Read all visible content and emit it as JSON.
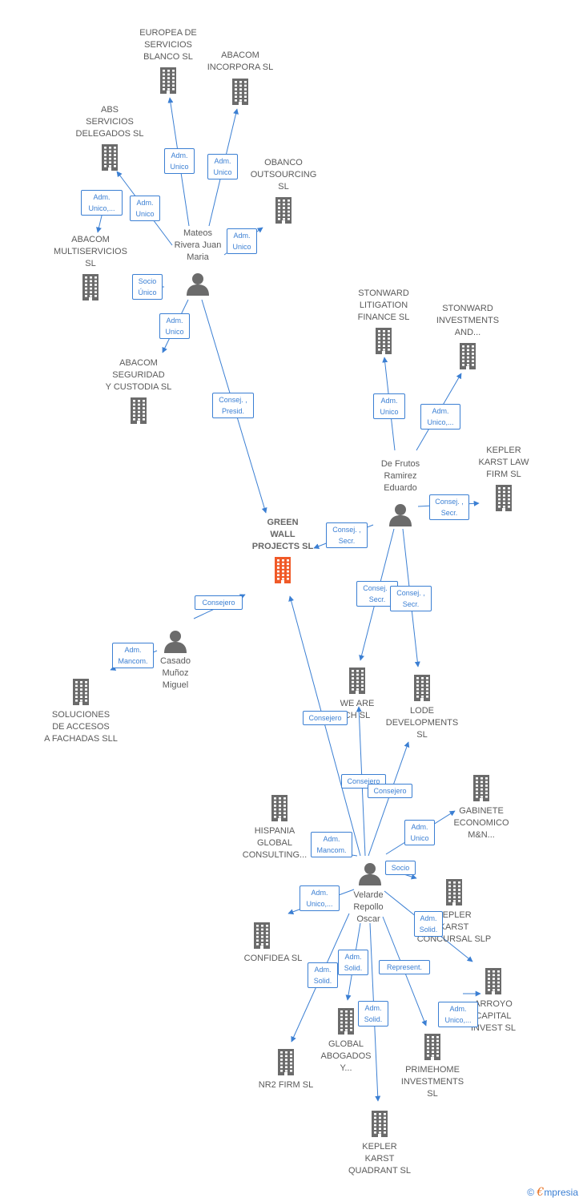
{
  "colors": {
    "company": "#6b6b6b",
    "main_company": "#f05a28",
    "person": "#6b6b6b",
    "edge": "#3b7fd3"
  },
  "nodes": [
    {
      "id": "europea",
      "kind": "company",
      "label": "EUROPEA DE\nSERVICIOS\nBLANCO  SL"
    },
    {
      "id": "abacom_inc",
      "kind": "company",
      "label": "ABACOM\nINCORPORA  SL"
    },
    {
      "id": "abs",
      "kind": "company",
      "label": "ABS\nSERVICIOS\nDELEGADOS  SL"
    },
    {
      "id": "obanco",
      "kind": "company",
      "label": "OBANCO\nOUTSOURCING\nSL"
    },
    {
      "id": "abacom_multi",
      "kind": "company",
      "label": "ABACOM\nMULTISERVICIOS\nSL"
    },
    {
      "id": "mateos",
      "kind": "person",
      "label": "Mateos\nRivera Juan\nMaria"
    },
    {
      "id": "abacom_seg",
      "kind": "company",
      "label": "ABACOM\nSEGURIDAD\nY CUSTODIA  SL"
    },
    {
      "id": "stonward_lit",
      "kind": "company",
      "label": "STONWARD\nLITIGATION\nFINANCE  SL"
    },
    {
      "id": "stonward_inv",
      "kind": "company",
      "label": "STONWARD\nINVESTMENTS\nAND..."
    },
    {
      "id": "kepler_law",
      "kind": "company",
      "label": "KEPLER\nKARST LAW\nFIRM  SL"
    },
    {
      "id": "defrutos",
      "kind": "person",
      "label": "De Frutos\nRamirez\nEduardo"
    },
    {
      "id": "greenwall",
      "kind": "main",
      "label": "GREEN\nWALL\nPROJECTS  SL"
    },
    {
      "id": "casado",
      "kind": "person",
      "label": "Casado\nMuñoz\nMiguel"
    },
    {
      "id": "soluciones",
      "kind": "company",
      "label": "SOLUCIONES\nDE ACCESOS\nA FACHADAS SLL"
    },
    {
      "id": "weare",
      "kind": "company",
      "label": "WE ARE\nCH  SL"
    },
    {
      "id": "lode",
      "kind": "company",
      "label": "LODE\nDEVELOPMENTS\nSL"
    },
    {
      "id": "gabinete",
      "kind": "company",
      "label": "GABINETE\nECONOMICO\nM&N..."
    },
    {
      "id": "hispania",
      "kind": "company",
      "label": "HISPANIA\nGLOBAL\nCONSULTING..."
    },
    {
      "id": "velarde",
      "kind": "person",
      "label": "Velarde\nRepollo\nOscar"
    },
    {
      "id": "kepler_conc",
      "kind": "company",
      "label": "KEPLER\nKARST\nCONCURSAL  SLP"
    },
    {
      "id": "confidea",
      "kind": "company",
      "label": "CONFIDEA  SL"
    },
    {
      "id": "arroyo",
      "kind": "company",
      "label": "ARROYO\nCAPITAL\nINVEST  SL"
    },
    {
      "id": "global_abog",
      "kind": "company",
      "label": "GLOBAL\nABOGADOS\nY..."
    },
    {
      "id": "primehome",
      "kind": "company",
      "label": "PRIMEHOME\nINVESTMENTS\nSL"
    },
    {
      "id": "nr2",
      "kind": "company",
      "label": "NR2 FIRM  SL"
    },
    {
      "id": "kepler_quad",
      "kind": "company",
      "label": "KEPLER\nKARST\nQUADRANT  SL"
    }
  ],
  "edges": [
    {
      "from": "mateos",
      "to": "europea",
      "label": "Adm.\nUnico"
    },
    {
      "from": "mateos",
      "to": "abacom_inc",
      "label": "Adm.\nUnico"
    },
    {
      "from": "mateos",
      "to": "abs",
      "label": "Adm.\nUnico"
    },
    {
      "from": "mateos",
      "to": "abacom_multi",
      "label": "Adm.\nUnico,..."
    },
    {
      "from": "mateos",
      "to": "obanco",
      "label": "Adm.\nUnico"
    },
    {
      "from": "mateos",
      "to": "abacom_multi",
      "label": "Socio\nÚnico"
    },
    {
      "from": "mateos",
      "to": "abacom_seg",
      "label": "Adm.\nUnico"
    },
    {
      "from": "mateos",
      "to": "greenwall",
      "label": "Consej. ,\nPresid."
    },
    {
      "from": "defrutos",
      "to": "stonward_lit",
      "label": "Adm.\nUnico"
    },
    {
      "from": "defrutos",
      "to": "stonward_inv",
      "label": "Adm.\nUnico,..."
    },
    {
      "from": "defrutos",
      "to": "kepler_law",
      "label": "Consej. ,\nSecr."
    },
    {
      "from": "defrutos",
      "to": "greenwall",
      "label": "Consej. ,\nSecr."
    },
    {
      "from": "defrutos",
      "to": "weare",
      "label": "Consej. ,\nSecr."
    },
    {
      "from": "defrutos",
      "to": "lode",
      "label": "Consej. ,\nSecr."
    },
    {
      "from": "casado",
      "to": "greenwall",
      "label": "Consejero"
    },
    {
      "from": "casado",
      "to": "soluciones",
      "label": "Adm.\nMancom."
    },
    {
      "from": "velarde",
      "to": "greenwall",
      "label": "Consejero"
    },
    {
      "from": "velarde",
      "to": "weare",
      "label": "Consejero"
    },
    {
      "from": "velarde",
      "to": "lode",
      "label": "Consejero"
    },
    {
      "from": "velarde",
      "to": "gabinete",
      "label": "Adm.\nUnico"
    },
    {
      "from": "velarde",
      "to": "hispania",
      "label": "Adm.\nMancom."
    },
    {
      "from": "velarde",
      "to": "kepler_conc",
      "label": "Socio"
    },
    {
      "from": "velarde",
      "to": "confidea",
      "label": "Adm.\nUnico,..."
    },
    {
      "from": "velarde",
      "to": "arroyo",
      "label": "Adm.\nSolid."
    },
    {
      "from": "velarde",
      "to": "arroyo",
      "label": "Adm.\nUnico,..."
    },
    {
      "from": "velarde",
      "to": "global_abog",
      "label": "Adm.\nSolid."
    },
    {
      "from": "velarde",
      "to": "primehome",
      "label": "Represent."
    },
    {
      "from": "velarde",
      "to": "nr2",
      "label": "Adm.\nSolid."
    },
    {
      "from": "velarde",
      "to": "kepler_quad",
      "label": "Adm.\nSolid."
    }
  ],
  "brand": {
    "copyright": "©",
    "initial": "€",
    "name": "mpresia"
  }
}
